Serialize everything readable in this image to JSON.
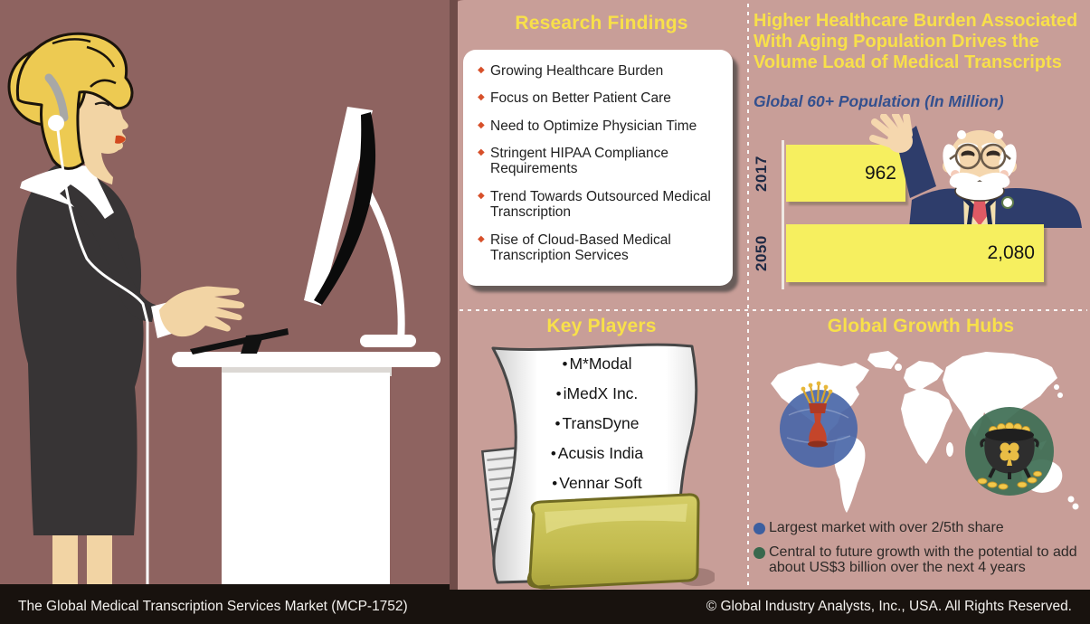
{
  "research_findings": {
    "title": "Research Findings",
    "items": [
      "Growing Healthcare Burden",
      "Focus on Better Patient Care",
      "Need to Optimize Physician Time",
      "Stringent HIPAA Compliance Requirements",
      "Trend Towards Outsourced Medical Transcription",
      "Rise of Cloud-Based Medical Transcription Services"
    ]
  },
  "aging_section": {
    "title_lines": [
      "Higher Healthcare Burden Associated",
      "With Aging Population Drives the",
      "Volume Load of Medical Transcripts"
    ],
    "subtitle": "Global 60+ Population (In Million)"
  },
  "chart_data": {
    "type": "bar",
    "orientation": "horizontal",
    "title": "Global 60+ Population (In Million)",
    "categories": [
      "2017",
      "2050"
    ],
    "values": [
      962,
      2080
    ],
    "value_labels": [
      "962",
      "2,080"
    ],
    "xlim": [
      0,
      2170
    ],
    "bar_color": "#f6ef5f",
    "grid": false,
    "legend_position": "none"
  },
  "key_players": {
    "title": "Key Players",
    "items": [
      "M*Modal",
      "iMedX Inc.",
      "TransDyne",
      "Acusis India",
      "Vennar Soft"
    ]
  },
  "growth_hubs": {
    "title": "Global Growth Hubs",
    "legend": [
      {
        "color": "#3c5fa0",
        "label": "Largest market with over 2/5th share"
      },
      {
        "color": "#39684d",
        "label": "Central to future growth with the potential to add about US$3 billion over the next 4 years"
      }
    ]
  },
  "footer": {
    "left": "The Global Medical Transcription Services Market (MCP-1752)",
    "right": "© Global Industry Analysts, Inc., USA. All Rights Reserved."
  },
  "icons": {
    "finding_bullet": "◆",
    "player_bullet": "•",
    "legend_bullet": "●"
  },
  "colors": {
    "left_background": "#8e6360",
    "right_background": "#c89e98",
    "divider_strip": "#6f4c49",
    "accent_yellow": "#f8e04a",
    "bar_yellow": "#f6ef5f",
    "subtitle_blue": "#34508e",
    "finding_bullet_orange": "#d7502a",
    "footer_background": "#18120e",
    "market_blue": "#3c5fa0",
    "growth_green": "#39684d"
  }
}
